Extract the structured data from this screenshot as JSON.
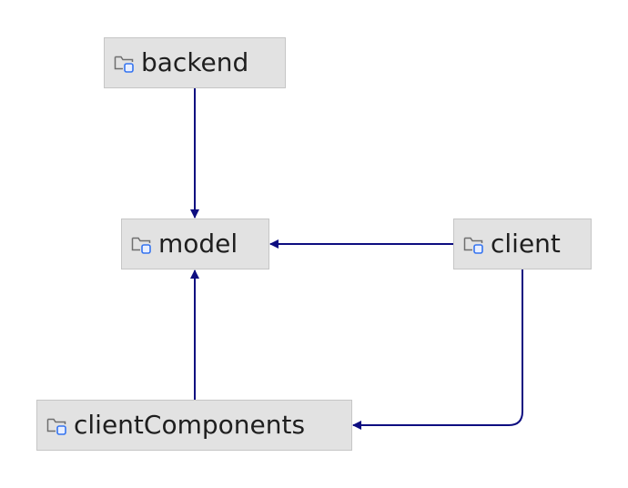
{
  "diagram": {
    "nodes": [
      {
        "id": "backend",
        "label": "backend",
        "icon": "folder-module-icon"
      },
      {
        "id": "model",
        "label": "model",
        "icon": "folder-module-icon"
      },
      {
        "id": "client",
        "label": "client",
        "icon": "folder-module-icon"
      },
      {
        "id": "clientComponents",
        "label": "clientComponents",
        "icon": "folder-module-icon"
      }
    ],
    "edges": [
      {
        "from": "backend",
        "to": "model"
      },
      {
        "from": "client",
        "to": "model"
      },
      {
        "from": "clientComponents",
        "to": "model"
      },
      {
        "from": "client",
        "to": "clientComponents"
      }
    ],
    "colors": {
      "edge": "#0d0d80",
      "node_fill": "#e2e2e2",
      "node_border": "#c6c6c6",
      "icon_stroke": "#6e6e6e",
      "icon_accent": "#3574f0"
    }
  }
}
